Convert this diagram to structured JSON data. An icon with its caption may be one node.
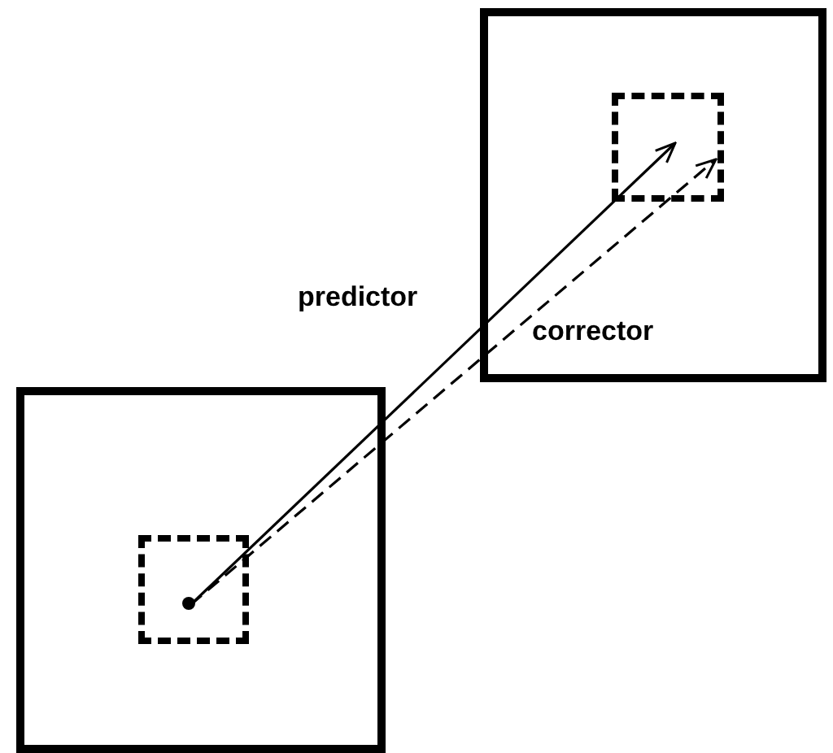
{
  "diagram": {
    "nodes": [
      {
        "text": [],
        "shape": "box"
      },
      {
        "text": [],
        "shape": "box",
        "in": 0
      },
      {
        "text": [],
        "shape": "circle",
        "in": 1
      },
      {
        "text": [],
        "shape": "box"
      },
      {
        "text": [],
        "shape": "box",
        "in": 3
      }
    ],
    "edges": [
      {
        "from": 2,
        "to": 4,
        "arrow": "to",
        "label": "predictor"
      },
      {
        "from": 2,
        "to": 4,
        "arrow": "to",
        "label": "corrector",
        "style": "dashed"
      }
    ]
  }
}
